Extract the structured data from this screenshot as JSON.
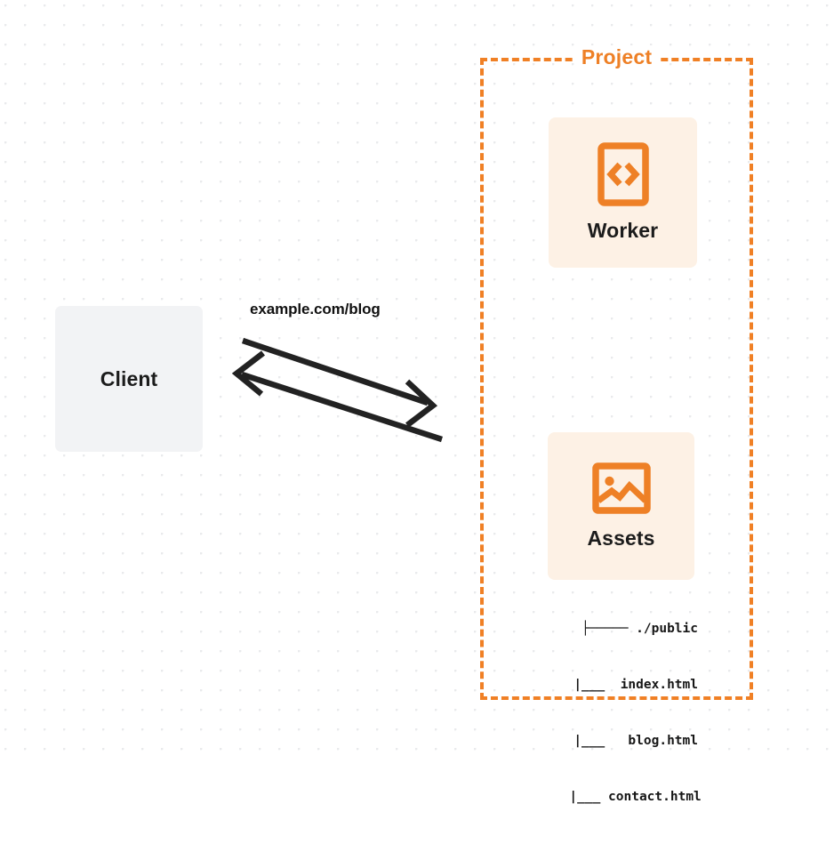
{
  "diagram": {
    "title": "Client to Project request flow",
    "background": {
      "style": "dot-grid",
      "dot_color": "#e9eaec",
      "page_color": "#ffffff"
    },
    "colors": {
      "accent_orange": "#f08025",
      "icon_orange": "#ee8026",
      "card_fill": "#fdf1e5",
      "client_fill": "#f2f3f5",
      "text_dark": "#1c1c1c",
      "edge_stroke": "#222222"
    }
  },
  "client": {
    "label": "Client",
    "icon": "client-box"
  },
  "edge": {
    "label": "example.com/blog",
    "request_direction": "client-to-project",
    "response_direction": "project-to-client",
    "arrow_count": 2
  },
  "project": {
    "title": "Project",
    "border_style": "dashed",
    "nodes": [
      {
        "id": "worker",
        "label": "Worker",
        "icon": "code-document-icon"
      },
      {
        "id": "assets",
        "label": "Assets",
        "icon": "image-picture-icon"
      }
    ]
  },
  "assets_file_tree": {
    "rows": [
      "├───── ./public",
      "      |___  index.html",
      "      |___   blog.html",
      "      |___ contact.html"
    ]
  }
}
